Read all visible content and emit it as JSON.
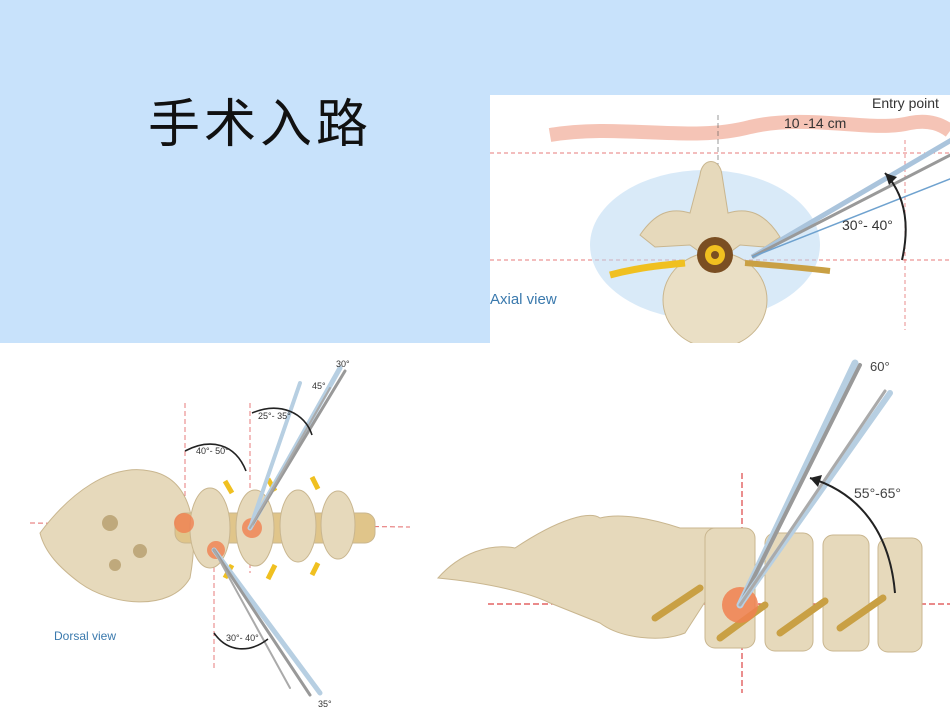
{
  "slide": {
    "title": "手术入路",
    "colors": {
      "band": "#c8e2fb",
      "bone": "#e6d9bb",
      "nerve": "#f0c020",
      "guide": "#d0303a"
    }
  },
  "axial": {
    "view_label": "Axial view",
    "entry_label": "Entry point",
    "distance_label": "10 -14 cm",
    "angle_label": "30°- 40°"
  },
  "dorsal": {
    "view_label": "Dorsal view",
    "angles": {
      "a30": "30°",
      "a45": "45°",
      "a25_35": "25°- 35°",
      "a40_50": "40°- 50°",
      "a30_40": "30°- 40°",
      "a35": "35°"
    }
  },
  "lateral": {
    "angle_top": "60°",
    "angle_range": "55°-65°"
  }
}
